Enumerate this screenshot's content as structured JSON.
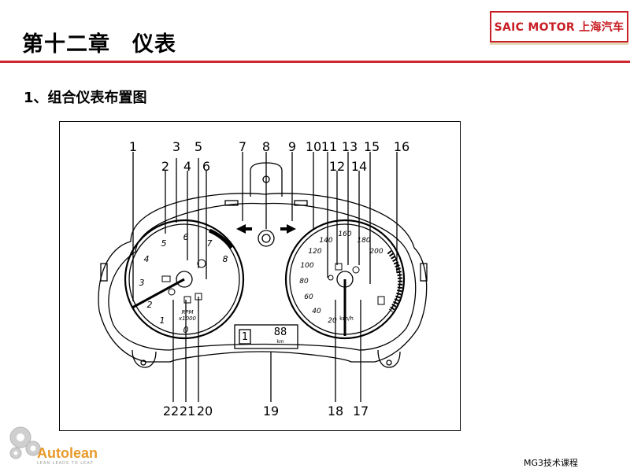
{
  "header": {
    "title": "第十二章　仪表",
    "brand": "SAIC MOTOR 上海汽车",
    "rule_color": "#d2262f",
    "brand_color": "#c81e25"
  },
  "section": {
    "heading": "1、组合仪表布置图"
  },
  "diagram": {
    "callouts": [
      "1",
      "2",
      "3",
      "4",
      "5",
      "6",
      "7",
      "8",
      "9",
      "10",
      "11",
      "12",
      "13",
      "14",
      "15",
      "16",
      "17",
      "18",
      "19",
      "20",
      "21",
      "22"
    ],
    "tachometer": {
      "scale": [
        "0",
        "1",
        "2",
        "3",
        "4",
        "5",
        "6",
        "7",
        "8"
      ],
      "label_rpm": "RPM",
      "label_mult": "x1000"
    },
    "speedometer": {
      "scale": [
        "20",
        "40",
        "60",
        "80",
        "100",
        "120",
        "140",
        "160",
        "180",
        "200"
      ],
      "unit": "km/h"
    },
    "display": {
      "gear": "1",
      "odometer": "88",
      "unit": "km"
    }
  },
  "footer": {
    "logo_text": "Autolean",
    "logo_tagline": "LEAN LEADS TO LEAP",
    "course": "MG3技术课程"
  }
}
